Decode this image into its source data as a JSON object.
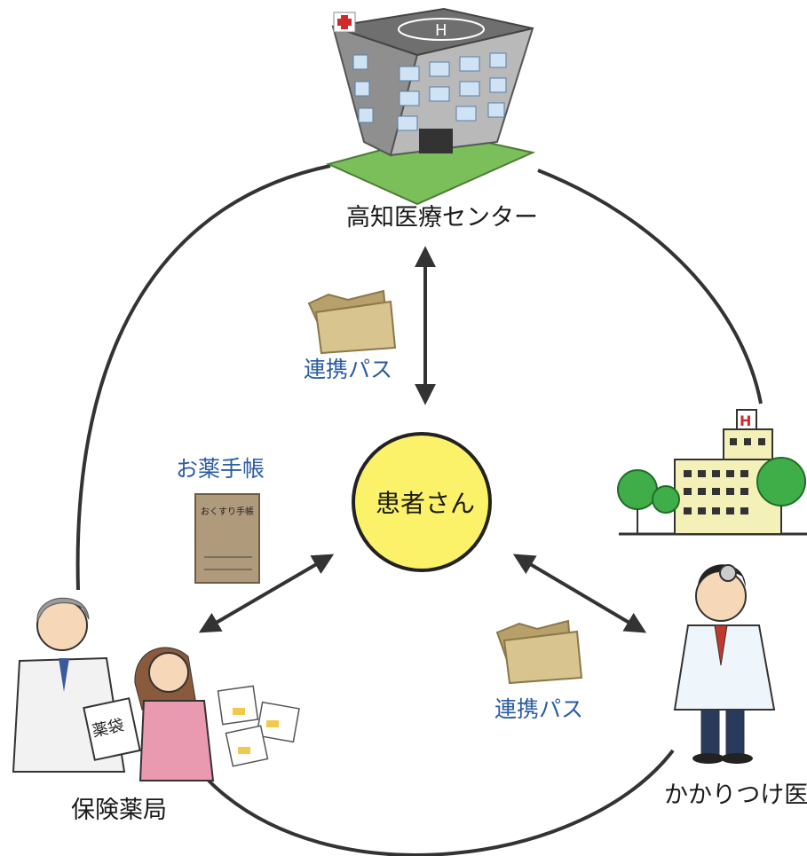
{
  "nodes": {
    "hospital": "高知医療センター",
    "patient": "患者さん",
    "clinic": "かかりつけ医",
    "pharmacy": "保険薬局"
  },
  "links": {
    "top_path": "連携パス",
    "bottom_path": "連携パス",
    "notebook": "お薬手帳"
  },
  "illustrations": {
    "notebook_cover": "おくすり手帳",
    "medicine_bag": "薬袋"
  },
  "colors": {
    "patient_fill": "#fbf26a",
    "label_blue": "#2a5d9f",
    "folder_tan": "#c8b27a",
    "notebook_brown": "#b09a7c"
  }
}
